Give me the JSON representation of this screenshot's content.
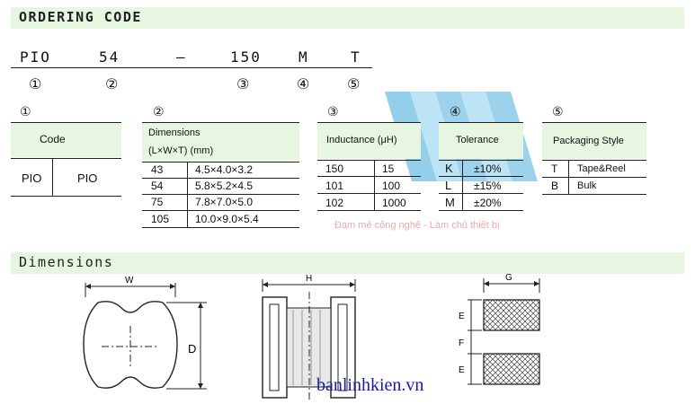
{
  "section1": {
    "title": "ORDERING CODE"
  },
  "code": {
    "parts": [
      "PIO",
      "54",
      "—",
      "150",
      "M",
      "T"
    ],
    "markers": [
      "①",
      "②",
      "③",
      "④",
      "⑤"
    ]
  },
  "t1": {
    "num": "①",
    "header": "Code",
    "row": [
      "PIO",
      "PIO"
    ]
  },
  "t2": {
    "num": "②",
    "header_line1": "Dimensions",
    "header_line2": "(L×W×T) (mm)",
    "rows": [
      [
        "43",
        "4.5×4.0×3.2"
      ],
      [
        "54",
        "5.8×5.2×4.5"
      ],
      [
        "75",
        "7.8×7.0×5.0"
      ],
      [
        "105",
        "10.0×9.0×5.4"
      ]
    ]
  },
  "t3": {
    "num": "③",
    "header": "Inductance (μH)",
    "rows": [
      [
        "150",
        "15"
      ],
      [
        "101",
        "100"
      ],
      [
        "102",
        "1000"
      ]
    ]
  },
  "t4": {
    "num": "④",
    "header": "Tolerance",
    "rows": [
      [
        "K",
        "±10%"
      ],
      [
        "L",
        "±15%"
      ],
      [
        "M",
        "±20%"
      ]
    ]
  },
  "t5": {
    "num": "⑤",
    "header": "Packaging Style",
    "rows": [
      [
        "T",
        "Tape&Reel"
      ],
      [
        "B",
        "Bulk"
      ]
    ]
  },
  "watermark": {
    "tagline": "Đam mê công nghệ - Làm chủ thiết bị"
  },
  "section2": {
    "title": "Dimensions"
  },
  "drawings": {
    "w": "W",
    "d": "D",
    "h": "H",
    "g": "G",
    "e1": "E",
    "f": "F",
    "e2": "E"
  },
  "footer": {
    "site": "banlinhkien.vn"
  },
  "colors": {
    "header_bg": "#e6f6e1",
    "watermark_blue": "#3aa6d8"
  }
}
